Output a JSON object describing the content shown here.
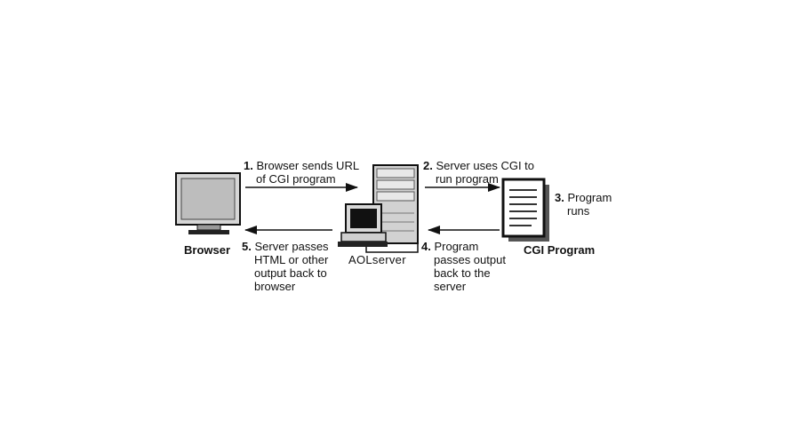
{
  "nodes": {
    "browser": "Browser",
    "server": "AOLserver",
    "cgi": "CGI Program"
  },
  "steps": [
    {
      "num": "1.",
      "lines": [
        "Browser sends URL",
        "of CGI program"
      ]
    },
    {
      "num": "2.",
      "lines": [
        "Server uses CGI to",
        "run  program"
      ]
    },
    {
      "num": "3.",
      "lines": [
        "Program",
        "runs"
      ]
    },
    {
      "num": "4.",
      "lines": [
        "Program",
        "passes output",
        "back to the",
        "server"
      ]
    },
    {
      "num": "5.",
      "lines": [
        "Server passes",
        "HTML or other",
        "output back to",
        "browser"
      ]
    }
  ]
}
